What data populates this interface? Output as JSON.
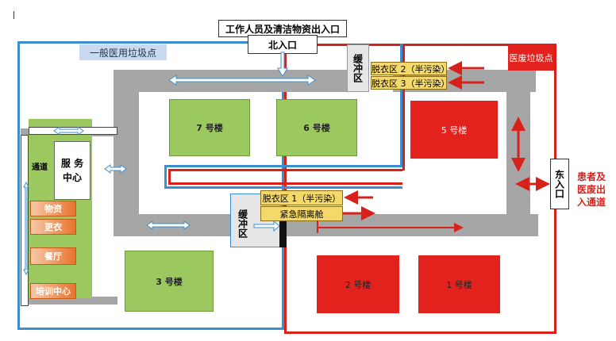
{
  "title_entrance": "工作人员及清洁物资出入口",
  "north_entrance": "北入口",
  "general_waste": "一般医用垃圾点",
  "medical_waste": "医废垃圾点",
  "buffer_top": "缓冲区",
  "buffer_mid": "缓冲区",
  "east_entrance": "东入口",
  "patient_exit": "患者及医废出入通道",
  "undress_2": "脱衣区 2（半污染）",
  "undress_3": "脱衣区 3（半污染）",
  "undress_1": "脱衣区 1（半污染）",
  "emergency_cabin": "紧急隔离舱",
  "service_center": "服 务 中心",
  "passage": "通道",
  "supplies": "物资",
  "changing": "更衣",
  "dining": "餐厅",
  "training": "培训中心",
  "building_7": "7 号楼",
  "building_6": "6 号楼",
  "building_5": "5 号楼",
  "building_3": "3 号楼",
  "building_2": "2 号楼",
  "building_1": "1 号楼",
  "colors": {
    "clean_zone_border": "#3c8fce",
    "contaminated_zone_border": "#d9211c",
    "green_building": "#9bc95f",
    "red_building": "#e3221d",
    "road": "#a6a6a6"
  }
}
